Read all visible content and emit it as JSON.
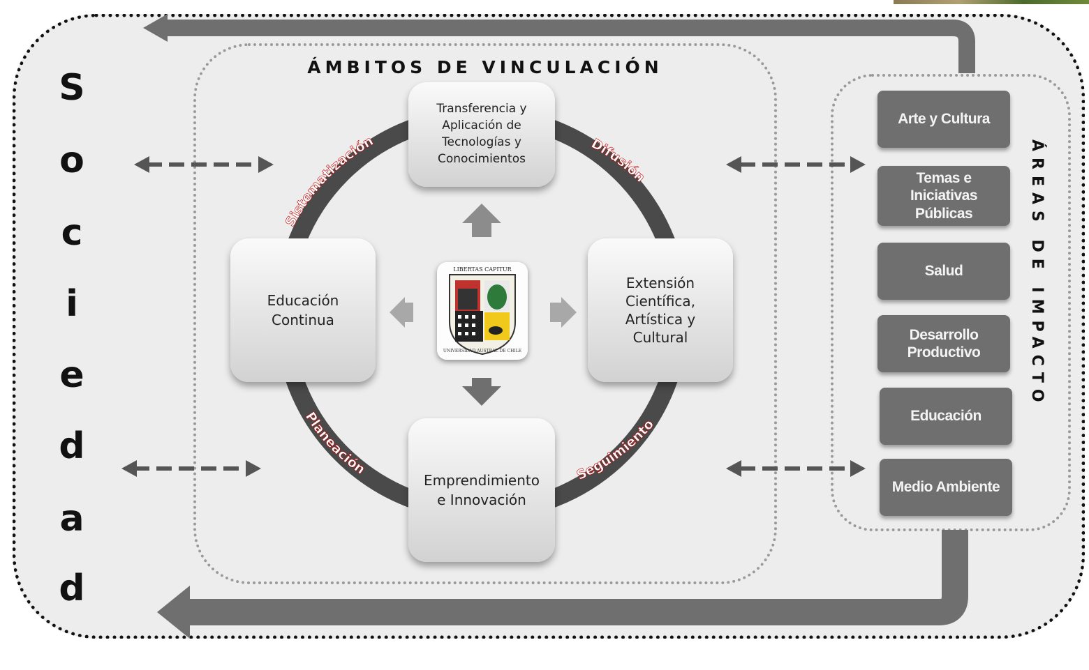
{
  "society_word": [
    "S",
    "o",
    "c",
    "i",
    "e",
    "d",
    "a",
    "d"
  ],
  "ambitos_title": "ÁMBITOS DE VINCULACIÓN",
  "center_boxes": {
    "top": [
      "Transferencia y",
      "Aplicación de",
      "Tecnologías y",
      "Conocimientos"
    ],
    "left": [
      "Educación",
      "Continua"
    ],
    "right": [
      "Extensión",
      "Científica,",
      "Artística y",
      "Cultural"
    ],
    "bottom": [
      "Emprendimiento",
      "e Innovación"
    ]
  },
  "cycle_labels": {
    "top_left": "Sistematización",
    "top_right": "Difusión",
    "bottom_left": "Planeación",
    "bottom_right": "Seguimiento"
  },
  "seal": {
    "motto": "LIBERTAS CAPITUR",
    "ring_text": "UNIVERSIDAD AUSTRAL DE CHILE"
  },
  "impact_areas_title": "ÁREAS DE IMPACTO",
  "impact_areas": [
    [
      "Arte y Cultura"
    ],
    [
      "Temas e",
      "Iniciativas",
      "Públicas"
    ],
    [
      "Salud"
    ],
    [
      "Desarrollo",
      "Productivo"
    ],
    [
      "Educación"
    ],
    [
      "Medio Ambiente"
    ]
  ]
}
